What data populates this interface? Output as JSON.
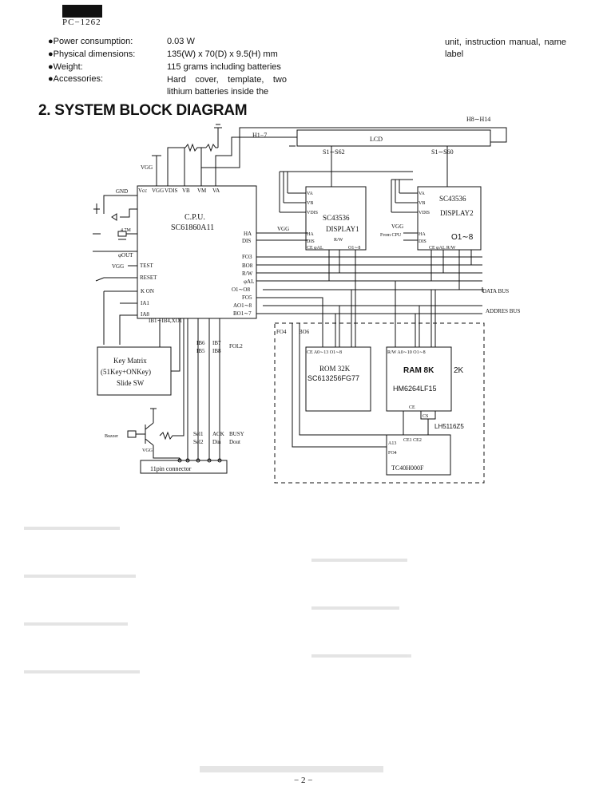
{
  "header": {
    "model": "PC−1262"
  },
  "specs": [
    {
      "label": "●Power consumption:",
      "value": "0.03 W"
    },
    {
      "label": "●Physical dimensions:",
      "value": "135(W) x 70(D) x 9.5(H) mm"
    },
    {
      "label": "●Weight:",
      "value": "115 grams including batteries"
    },
    {
      "label": "●Accessories:",
      "value": "Hard cover, template, two lithium batteries inside the"
    }
  ],
  "specs_continued": "unit, instruction manual, name label",
  "section_title": "2. SYSTEM BLOCK DIAGRAM",
  "diagram": {
    "lcd": "LCD",
    "lcd_top_left": "H1−7",
    "lcd_top_right": "H8∼H14",
    "lcd_seg1": "S1∼S62",
    "lcd_seg2": "S1∼S60",
    "cpu": {
      "title": "C.P.U.",
      "part": "SC61860A11",
      "pins_top": [
        "Vcc",
        "VGG",
        "VDIS",
        "VB",
        "VM",
        "VA"
      ],
      "pins_right": [
        "HA",
        "DIS",
        "FO3",
        "BO8",
        "R/W",
        "φAL",
        "O1∼O8",
        "FO5",
        "AO1∼8",
        "BO1∼7"
      ],
      "pins_left": [
        "TEST",
        "RESET",
        "K ON",
        "IA1",
        "IA8"
      ],
      "pins_bottom": [
        "IB1∼IB4,XO1",
        "IB6",
        "IB5",
        "IB7",
        "IB8",
        "FOL2"
      ]
    },
    "gnd": "GND",
    "vgg_left": "VGG",
    "vgg_test": "VGG",
    "vb_label": "VB",
    "vgg_disp": "VGG",
    "out_label": "φOUT",
    "disp1": {
      "part": "SC43536",
      "name": "DISPLAY1",
      "pins_left": [
        "VA",
        "VB",
        "VDIS",
        "HA",
        "DIS"
      ],
      "bottom": "R/W",
      "bottom2": "CE φAL",
      "io": "O1∼8"
    },
    "disp2": {
      "part": "SC43536",
      "name": "DISPLAY2",
      "pins_left": [
        "VA",
        "VB",
        "VDIS",
        "HA",
        "DIS"
      ],
      "bottom": "CE φAL R/W",
      "io": "O1∼8"
    },
    "from_cpu": "From CPU",
    "data_bus": "DATA BUS",
    "address_bus": "ADDRES BUS",
    "fo4_top": "FO4",
    "bo6": "BO6",
    "rom": {
      "pins": "CE A0∼13 O1∼8",
      "name": "ROM 32K",
      "part": "SC613256FG77"
    },
    "ram": {
      "pins": "R/W A0∼10 O1∼8",
      "name": "RAM 8K",
      "alt": "2K",
      "part": "HM6264LF15",
      "ce": "CE",
      "cs": "CS"
    },
    "lh_part": "LH5116Z5",
    "tc": {
      "pins": "CE1 CE2",
      "a13": "A13",
      "fo4": "FO4",
      "part": "TC40H000F"
    },
    "keymatrix": {
      "line1": "Key Matrix",
      "line2": "(51Key+ONKey)",
      "line3": "Slide SW"
    },
    "buzzer": "Buzzer",
    "vgg_buzzer": "VGG",
    "connector_sigs": [
      "Sel1",
      "Sel2",
      "ACK",
      "Din",
      "BUSY",
      "Dout"
    ],
    "connector": "11pin connector"
  },
  "page_number": "− 2 −"
}
